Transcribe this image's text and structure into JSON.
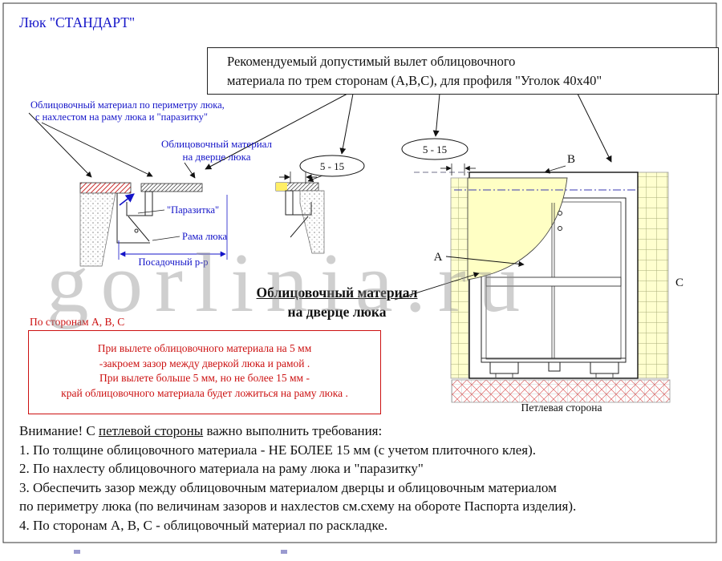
{
  "page": {
    "title": "Люк \"СТАНДАРТ\""
  },
  "watermark": "gorlinia.ru",
  "note_box": {
    "line1": "Рекомендуемый допустимый вылет облицовочного",
    "line2": "материала по трем сторонам (А,В,С), для профиля \"Уголок 40х40\""
  },
  "labels": {
    "perimeter_line1": "Облицовочный материал по периметру люка,",
    "perimeter_line2": "с нахлестом на раму люка и \"паразитку\"",
    "door_small_line1": "Облицовочный материал",
    "door_small_line2": "на дверце люка",
    "dim_left": "5 - 15",
    "dim_right": "5 - 15",
    "parasitka": "\"Паразитка\"",
    "frame": "Рама люка",
    "seat": "Посадочный р-р",
    "door_big_line1": "Облицовочный материал",
    "door_big_line2": "на дверце люка",
    "side_a": "А",
    "side_b": "В",
    "side_c": "С",
    "hinge_side": "Петлевая сторона"
  },
  "red_note": {
    "title": "По сторонам А, В, С",
    "lines": [
      "При вылете облицовочного материала  на 5 мм",
      "-закроем зазор между дверкой люка и рамой .",
      "При вылете больше 5 мм, но не более 15 мм -",
      "край облицовочного материала будет ложиться на раму люка ."
    ]
  },
  "warning": {
    "prefix": "Внимание! С ",
    "underlined": "петлевой стороны",
    "suffix": " важно выполнить требования:",
    "items": [
      "1. По толщине облицовочного материала - НЕ БОЛЕЕ 15 мм (с учетом плиточного клея).",
      "2. По нахлесту облицовочного материала на раму люка и \"паразитку\"",
      "3. Обеспечить зазор между облицовочным материалом дверцы и облицовочным материалом",
      " по периметру люка (по величинам зазоров и нахлестов см.схему на обороте Паспорта изделия).",
      "4. По сторонам А, В, С - облицовочный материал по раскладке."
    ]
  },
  "colors": {
    "blue": "#1414c8",
    "red": "#cc1111",
    "tile": "#ffffcf",
    "watermark": "#8f8f8f"
  }
}
